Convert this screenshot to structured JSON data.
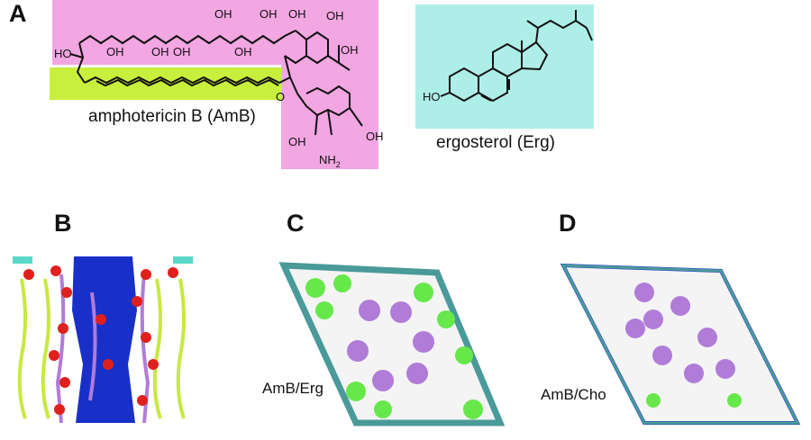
{
  "panels": {
    "a": {
      "letter": "A",
      "molecule1_name": "amphotericin B (AmB)",
      "molecule2_name": "ergosterol (Erg)"
    },
    "b": {
      "letter": "B"
    },
    "c": {
      "letter": "C",
      "label": "AmB/Erg"
    },
    "d": {
      "letter": "D",
      "label": "AmB/Cho"
    }
  },
  "chem_labels": {
    "oh": "OH",
    "ho": "HO",
    "o": "O",
    "amine": "NH",
    "amine_sub": "2"
  },
  "colors": {
    "pink_highlight": "#f2a6e2",
    "green_highlight": "#c8ef3c",
    "cyan_highlight": "#aeeee8",
    "membrane_blue": "#1830c8",
    "oxygen_red": "#e0201c",
    "lipid_green": "#c8e840",
    "lipid_purple": "#b07cd8",
    "sterol_green": "#66e84a",
    "box_teal": "#4a9a9a"
  }
}
